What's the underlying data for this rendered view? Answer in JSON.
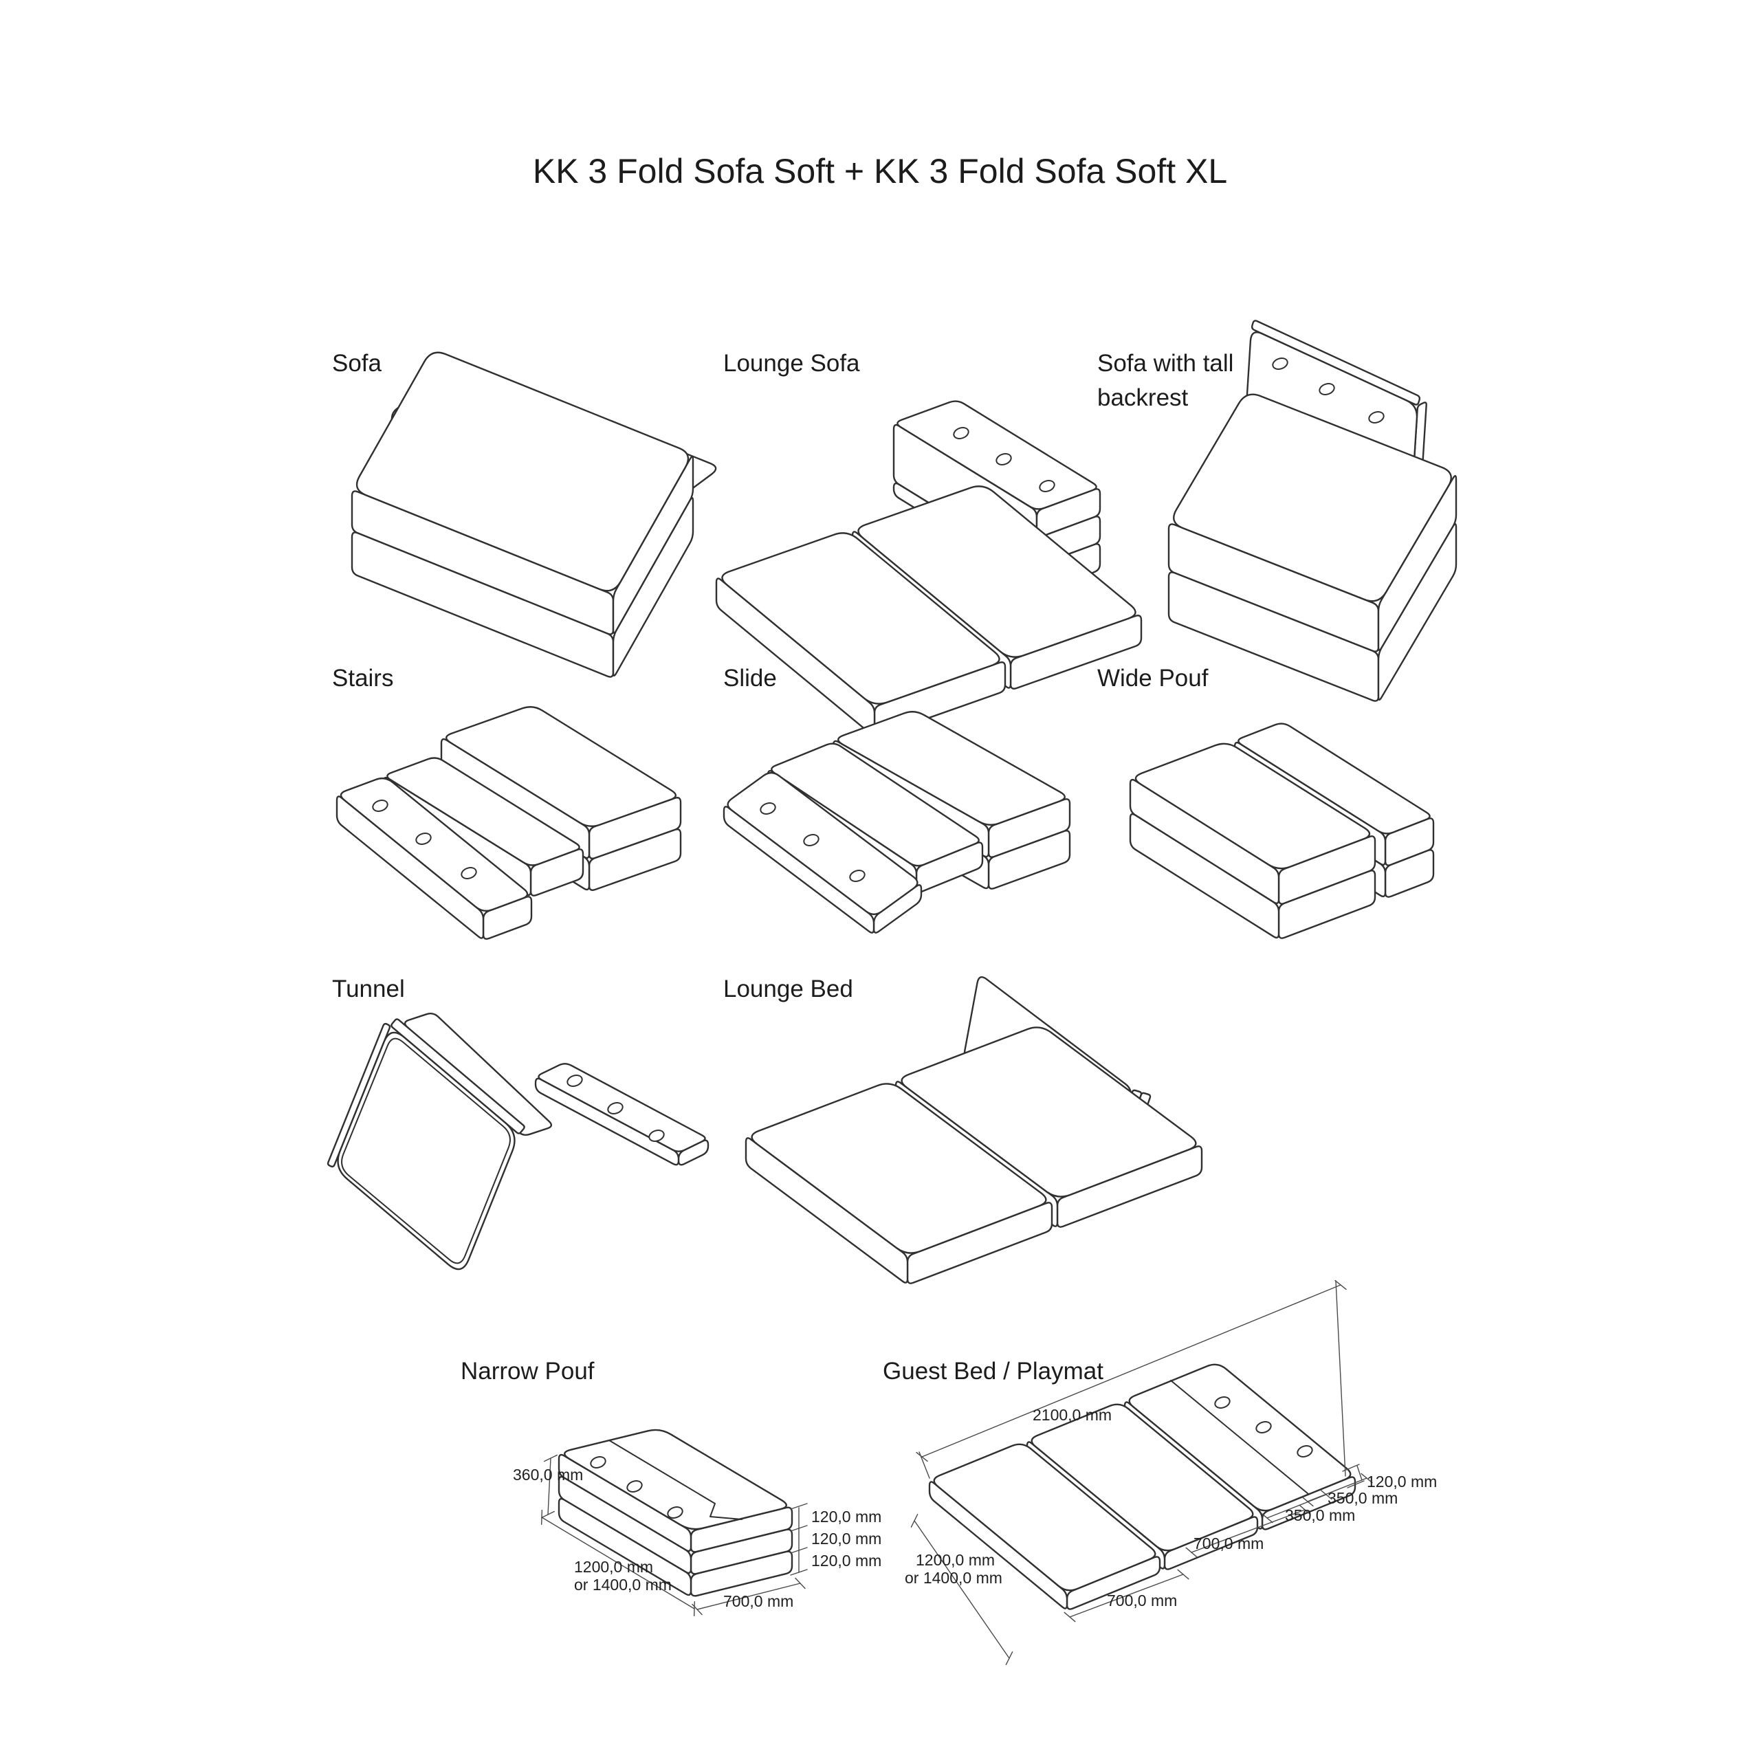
{
  "title": "KK 3 Fold Sofa Soft + KK 3 Fold Sofa Soft XL",
  "colors": {
    "background": "#ffffff",
    "ink": "#1c1c1c",
    "line": "#303030",
    "dim_line": "#4a4a4a"
  },
  "configurations": [
    {
      "label": "Sofa"
    },
    {
      "label": "Lounge Sofa"
    },
    {
      "label": "Sofa with tall backrest"
    },
    {
      "label": "Stairs"
    },
    {
      "label": "Slide"
    },
    {
      "label": "Wide Pouf"
    },
    {
      "label": "Tunnel"
    },
    {
      "label": "Lounge Bed"
    },
    {
      "label": "Narrow Pouf"
    },
    {
      "label": "Guest Bed / Playmat"
    }
  ],
  "dimensions": {
    "narrow_pouf": {
      "height": "360,0 mm",
      "layer_1": "120,0 mm",
      "layer_2": "120,0 mm",
      "layer_3": "120,0 mm",
      "length": "1200,0 mm",
      "length_alt": "or 1400,0 mm",
      "depth": "700,0 mm"
    },
    "guest_bed": {
      "total_length": "2100,0 mm",
      "thickness": "120,0 mm",
      "backrest_half_1": "350,0 mm",
      "backrest_half_2": "350,0 mm",
      "panel_depth_1": "700,0 mm",
      "panel_depth_2": "700,0 mm",
      "width": "1200,0 mm",
      "width_alt": "or 1400,0 mm"
    }
  }
}
